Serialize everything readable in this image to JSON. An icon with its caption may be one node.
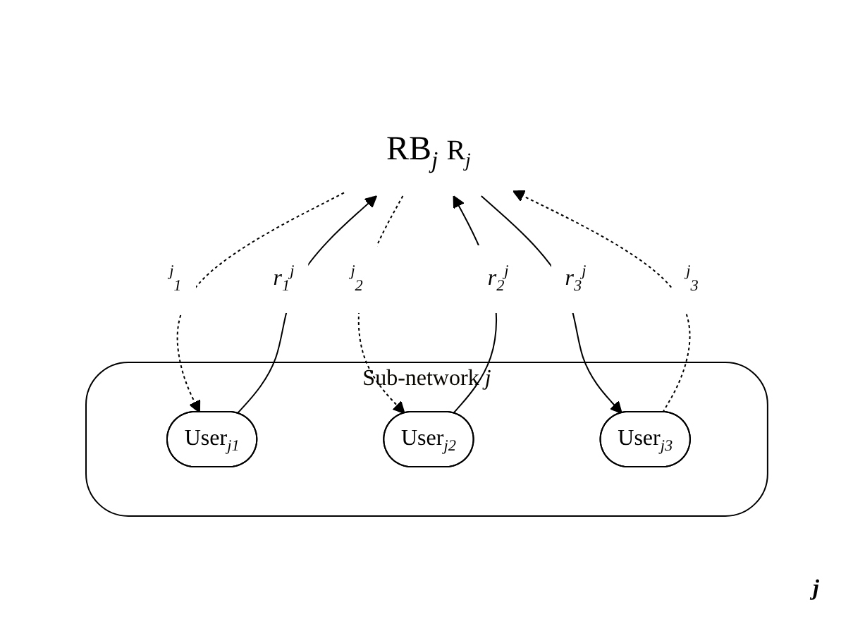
{
  "diagram": {
    "nodes": [
      {
        "text": [
          "Sub-network *j*"
        ]
      },
      {
        "text": [
          "RB$_{j}$"
        ],
        "beside": [
          "R$_{j}$"
        ]
      },
      {
        "text": [
          "User$_{j1}$"
        ],
        "in": 0
      },
      {
        "text": [
          "User$_{j2}$"
        ],
        "in": 0
      },
      {
        "text": [
          "User$_{j3}$"
        ],
        "in": 0
      }
    ],
    "edges": [
      {
        "from": 1,
        "to": 2,
        "arrow": "to",
        "style": "dashed",
        "label": "$^{j}$$_{1}$"
      },
      {
        "from": 2,
        "to": 1,
        "arrow": "to",
        "label": "*r*$_{1}$$^{j}$"
      },
      {
        "from": 1,
        "to": 3,
        "arrow": "to",
        "style": "dashed",
        "label": "$^{j}$$_{2}$"
      },
      {
        "from": 3,
        "to": 1,
        "arrow": "to",
        "label": "*r*$_{2}$$^{j}$"
      },
      {
        "from": 1,
        "to": 4,
        "arrow": "to",
        "label": "*r*$_{3}$$^{j}$"
      },
      {
        "from": 4,
        "to": 1,
        "arrow": "to",
        "style": "dashed",
        "label": "$^{j}$$_{3}$"
      }
    ],
    "labels": [
      "*j*"
    ]
  }
}
